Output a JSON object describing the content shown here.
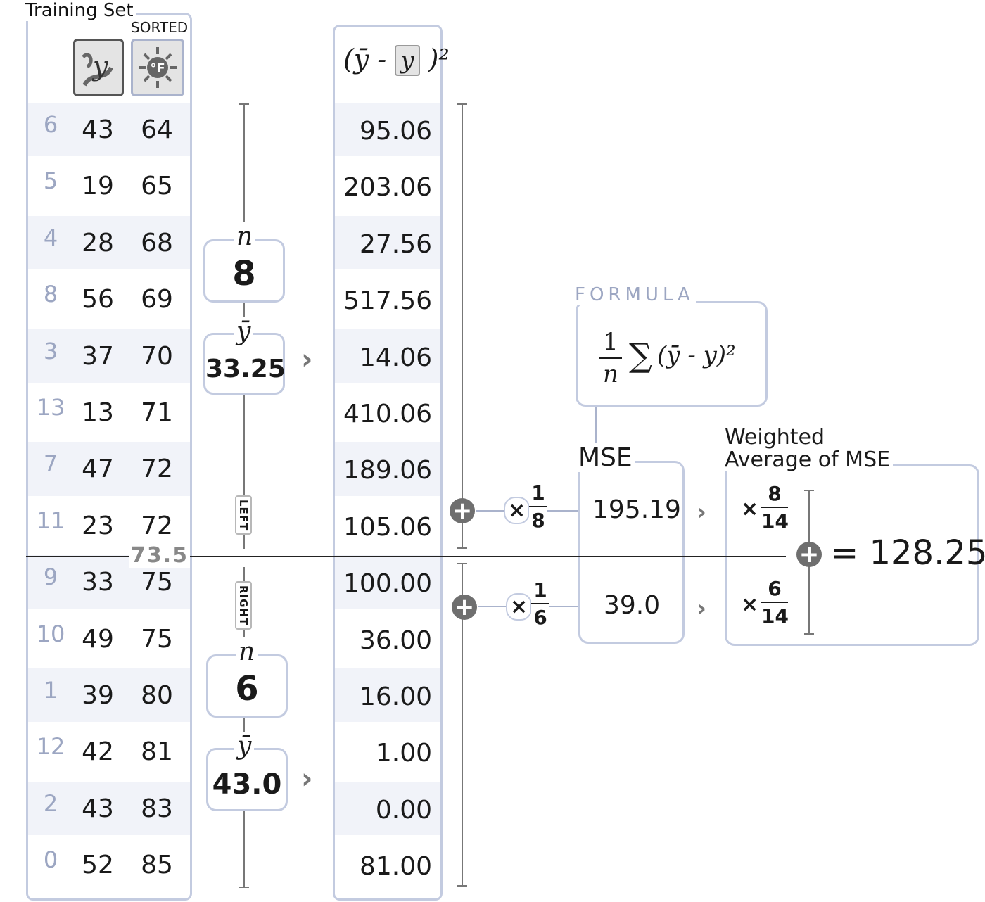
{
  "training_set": {
    "title": "Training Set",
    "sorted_label": "SORTED",
    "y_icon": "y-target-icon",
    "temp_icon": "sun-fahrenheit-icon",
    "rows": [
      {
        "idx": "6",
        "y": "43",
        "f": "64"
      },
      {
        "idx": "5",
        "y": "19",
        "f": "65"
      },
      {
        "idx": "4",
        "y": "28",
        "f": "68"
      },
      {
        "idx": "8",
        "y": "56",
        "f": "69"
      },
      {
        "idx": "3",
        "y": "37",
        "f": "70"
      },
      {
        "idx": "13",
        "y": "13",
        "f": "71"
      },
      {
        "idx": "7",
        "y": "47",
        "f": "72"
      },
      {
        "idx": "11",
        "y": "23",
        "f": "72"
      },
      {
        "idx": "9",
        "y": "33",
        "f": "75"
      },
      {
        "idx": "10",
        "y": "49",
        "f": "75"
      },
      {
        "idx": "1",
        "y": "39",
        "f": "80"
      },
      {
        "idx": "12",
        "y": "42",
        "f": "81"
      },
      {
        "idx": "2",
        "y": "43",
        "f": "83"
      },
      {
        "idx": "0",
        "y": "52",
        "f": "85"
      }
    ]
  },
  "split": {
    "threshold": "73.5",
    "left_label": "LEFT",
    "right_label": "RIGHT"
  },
  "left": {
    "n_label": "n",
    "n": "8",
    "ybar_label": "ȳ",
    "ybar": "33.25"
  },
  "right": {
    "n_label": "n",
    "n": "6",
    "ybar_label": "ȳ",
    "ybar": "43.0"
  },
  "sq_header": {
    "open": "(ȳ -",
    "y": "y",
    "close": ")²"
  },
  "squared_errors": [
    "95.06",
    "203.06",
    "27.56",
    "517.56",
    "14.06",
    "410.06",
    "189.06",
    "105.06",
    "100.00",
    "36.00",
    "16.00",
    "1.00",
    "0.00",
    "81.00"
  ],
  "formula": {
    "title": "FORMULA",
    "num": "1",
    "den": "n",
    "sigma": "∑",
    "expr": "(ȳ - y)²"
  },
  "mse": {
    "title": "MSE",
    "left_mult_num": "1",
    "left_mult_den": "8",
    "left_value": "195.19",
    "right_mult_num": "1",
    "right_mult_den": "6",
    "right_value": "39.0",
    "times": "×"
  },
  "weighted": {
    "title_line1": "Weighted",
    "title_line2": "Average of MSE",
    "w1_num": "8",
    "w1_den": "14",
    "w2_num": "6",
    "w2_den": "14",
    "times": "×",
    "result": "= 128.25"
  },
  "colors": {
    "border": "#c3cbe0",
    "stripe": "#f1f3f9",
    "index": "#9ca6c2",
    "connector": "#777777"
  }
}
